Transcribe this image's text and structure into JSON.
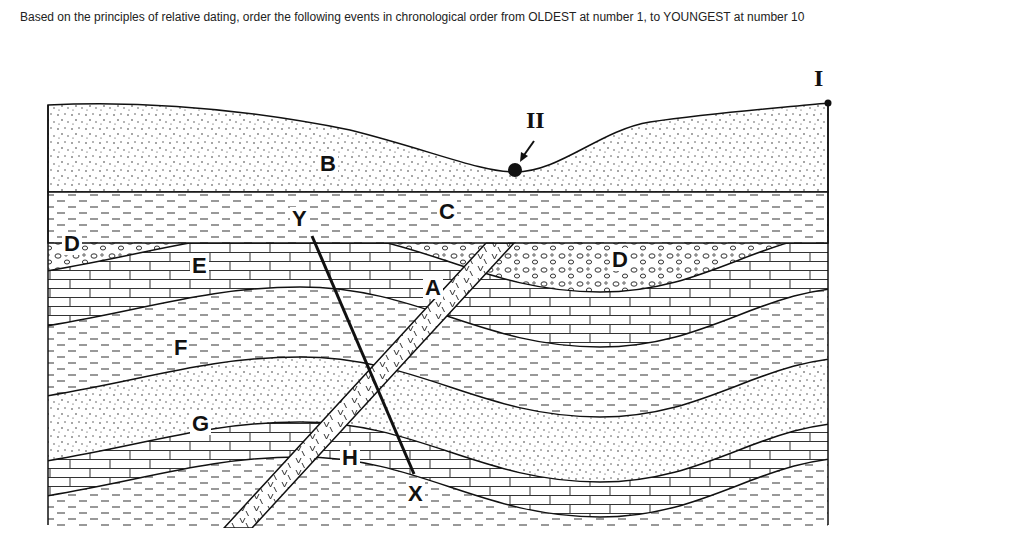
{
  "diagram": {
    "title": "Based on the principles of relative dating, order the following events in chronological order from OLDEST at number 1, to YOUNGEST at number 10",
    "labels": [
      "B",
      "Y",
      "C",
      "D",
      "E",
      "A",
      "D",
      "F",
      "G",
      "H",
      "X",
      "II",
      "I"
    ]
  }
}
